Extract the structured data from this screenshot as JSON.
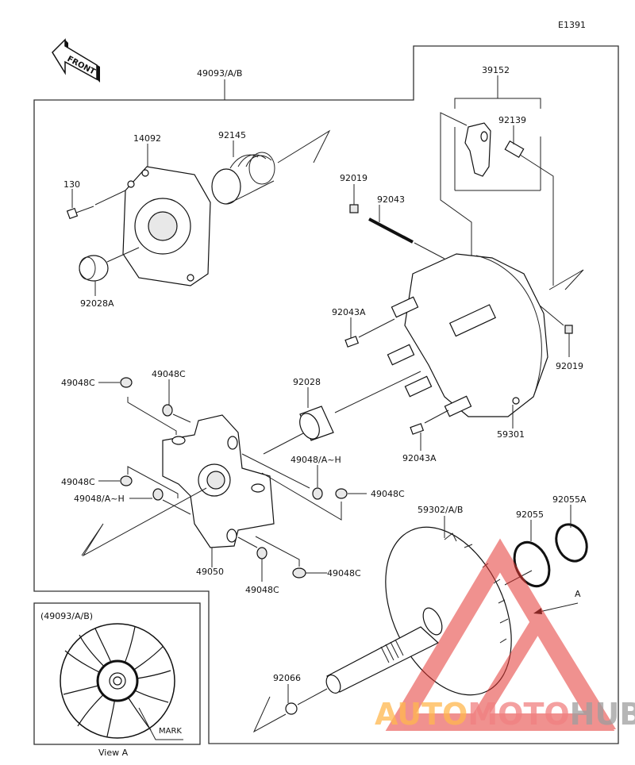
{
  "diagram_code": "E1391",
  "front_label": "FRONT",
  "assembly_label": "49093/A/B",
  "labels": {
    "p39152": "39152",
    "p92139": "92139",
    "p14092": "14092",
    "p92145": "92145",
    "p130": "130",
    "p92028A": "92028A",
    "p92019_top": "92019",
    "p92043": "92043",
    "p92043A_top": "92043A",
    "p92019_right": "92019",
    "p92028": "92028",
    "p59301": "59301",
    "p92043A_bottom": "92043A",
    "p49048C_1": "49048C",
    "p49048C_2": "49048C",
    "p49048C_3": "49048C",
    "p49048AH_left": "49048/A~H",
    "p49048AH_right": "49048/A~H",
    "p49048C_4": "49048C",
    "p49050": "49050",
    "p49048C_5": "49048C",
    "p49048C_6": "49048C",
    "p59302": "59302/A/B",
    "p92055": "92055",
    "p92055A": "92055A",
    "pA": "A",
    "p92066": "92066"
  },
  "view_a": {
    "title": "(49093/A/B)",
    "mark_label": "MARK",
    "caption": "View A"
  },
  "watermark": {
    "part1": "AUTO",
    "part2": "MOTO",
    "part3": "HUB",
    "colors": [
      "#ffb74d",
      "#f08080",
      "#9e9e9e"
    ]
  }
}
